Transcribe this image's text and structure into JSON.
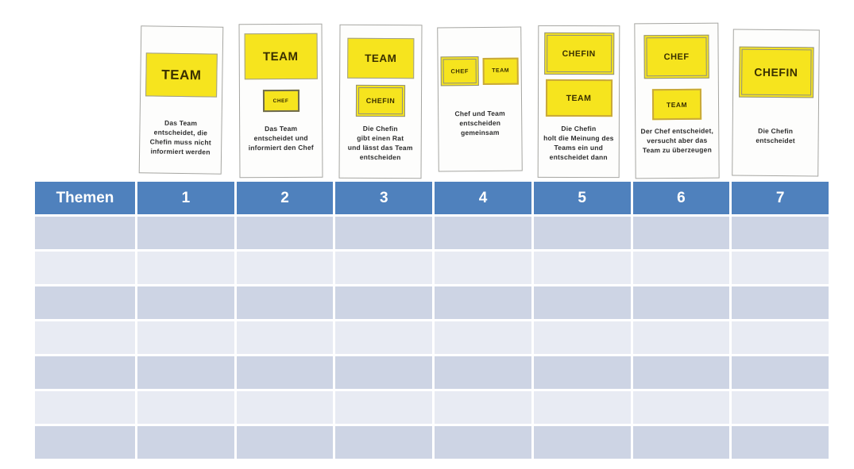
{
  "cards": [
    {
      "number": "1",
      "boxes": [
        {
          "name": "team",
          "label": "TEAM"
        }
      ],
      "description": "Das Team\nentscheidet, die\nChefin muss nicht\ninformiert werden"
    },
    {
      "number": "2",
      "boxes": [
        {
          "name": "team",
          "label": "TEAM"
        },
        {
          "name": "chef",
          "label": "CHEF"
        }
      ],
      "description": "Das Team\nentscheidet und\ninformiert den Chef"
    },
    {
      "number": "3",
      "boxes": [
        {
          "name": "team",
          "label": "TEAM"
        },
        {
          "name": "chefin",
          "label": "CHEFIN"
        }
      ],
      "description": "Die Chefin\ngibt einen Rat\nund lässt das Team\nentscheiden"
    },
    {
      "number": "4",
      "boxes": [
        {
          "name": "chef",
          "label": "CHEF"
        },
        {
          "name": "team",
          "label": "TEAM"
        }
      ],
      "description": "Chef und Team\nentscheiden\ngemeinsam"
    },
    {
      "number": "5",
      "boxes": [
        {
          "name": "chefin",
          "label": "CHEFIN"
        },
        {
          "name": "team",
          "label": "TEAM"
        }
      ],
      "description": "Die Chefin\nholt die Meinung des\nTeams ein und\nentscheidet dann"
    },
    {
      "number": "6",
      "boxes": [
        {
          "name": "chef",
          "label": "CHEF"
        },
        {
          "name": "team",
          "label": "TEAM"
        }
      ],
      "description": "Der Chef entscheidet,\nversucht aber das\nTeam zu überzeugen"
    },
    {
      "number": "7",
      "boxes": [
        {
          "name": "chefin",
          "label": "CHEFIN"
        }
      ],
      "description": "Die Chefin\nentscheidet"
    }
  ],
  "table": {
    "header": [
      "Themen",
      "1",
      "2",
      "3",
      "4",
      "5",
      "6",
      "7"
    ],
    "row_count": 7,
    "column_count": 8,
    "rows": [
      [
        "",
        "",
        "",
        "",
        "",
        "",
        "",
        ""
      ],
      [
        "",
        "",
        "",
        "",
        "",
        "",
        "",
        ""
      ],
      [
        "",
        "",
        "",
        "",
        "",
        "",
        "",
        ""
      ],
      [
        "",
        "",
        "",
        "",
        "",
        "",
        "",
        ""
      ],
      [
        "",
        "",
        "",
        "",
        "",
        "",
        "",
        ""
      ],
      [
        "",
        "",
        "",
        "",
        "",
        "",
        "",
        ""
      ],
      [
        "",
        "",
        "",
        "",
        "",
        "",
        "",
        ""
      ]
    ]
  },
  "colors": {
    "header_blue": "#4F81BD",
    "row_dark": "#CDD4E4",
    "row_light": "#E8EBF3",
    "card_yellow": "#F6E41E"
  }
}
